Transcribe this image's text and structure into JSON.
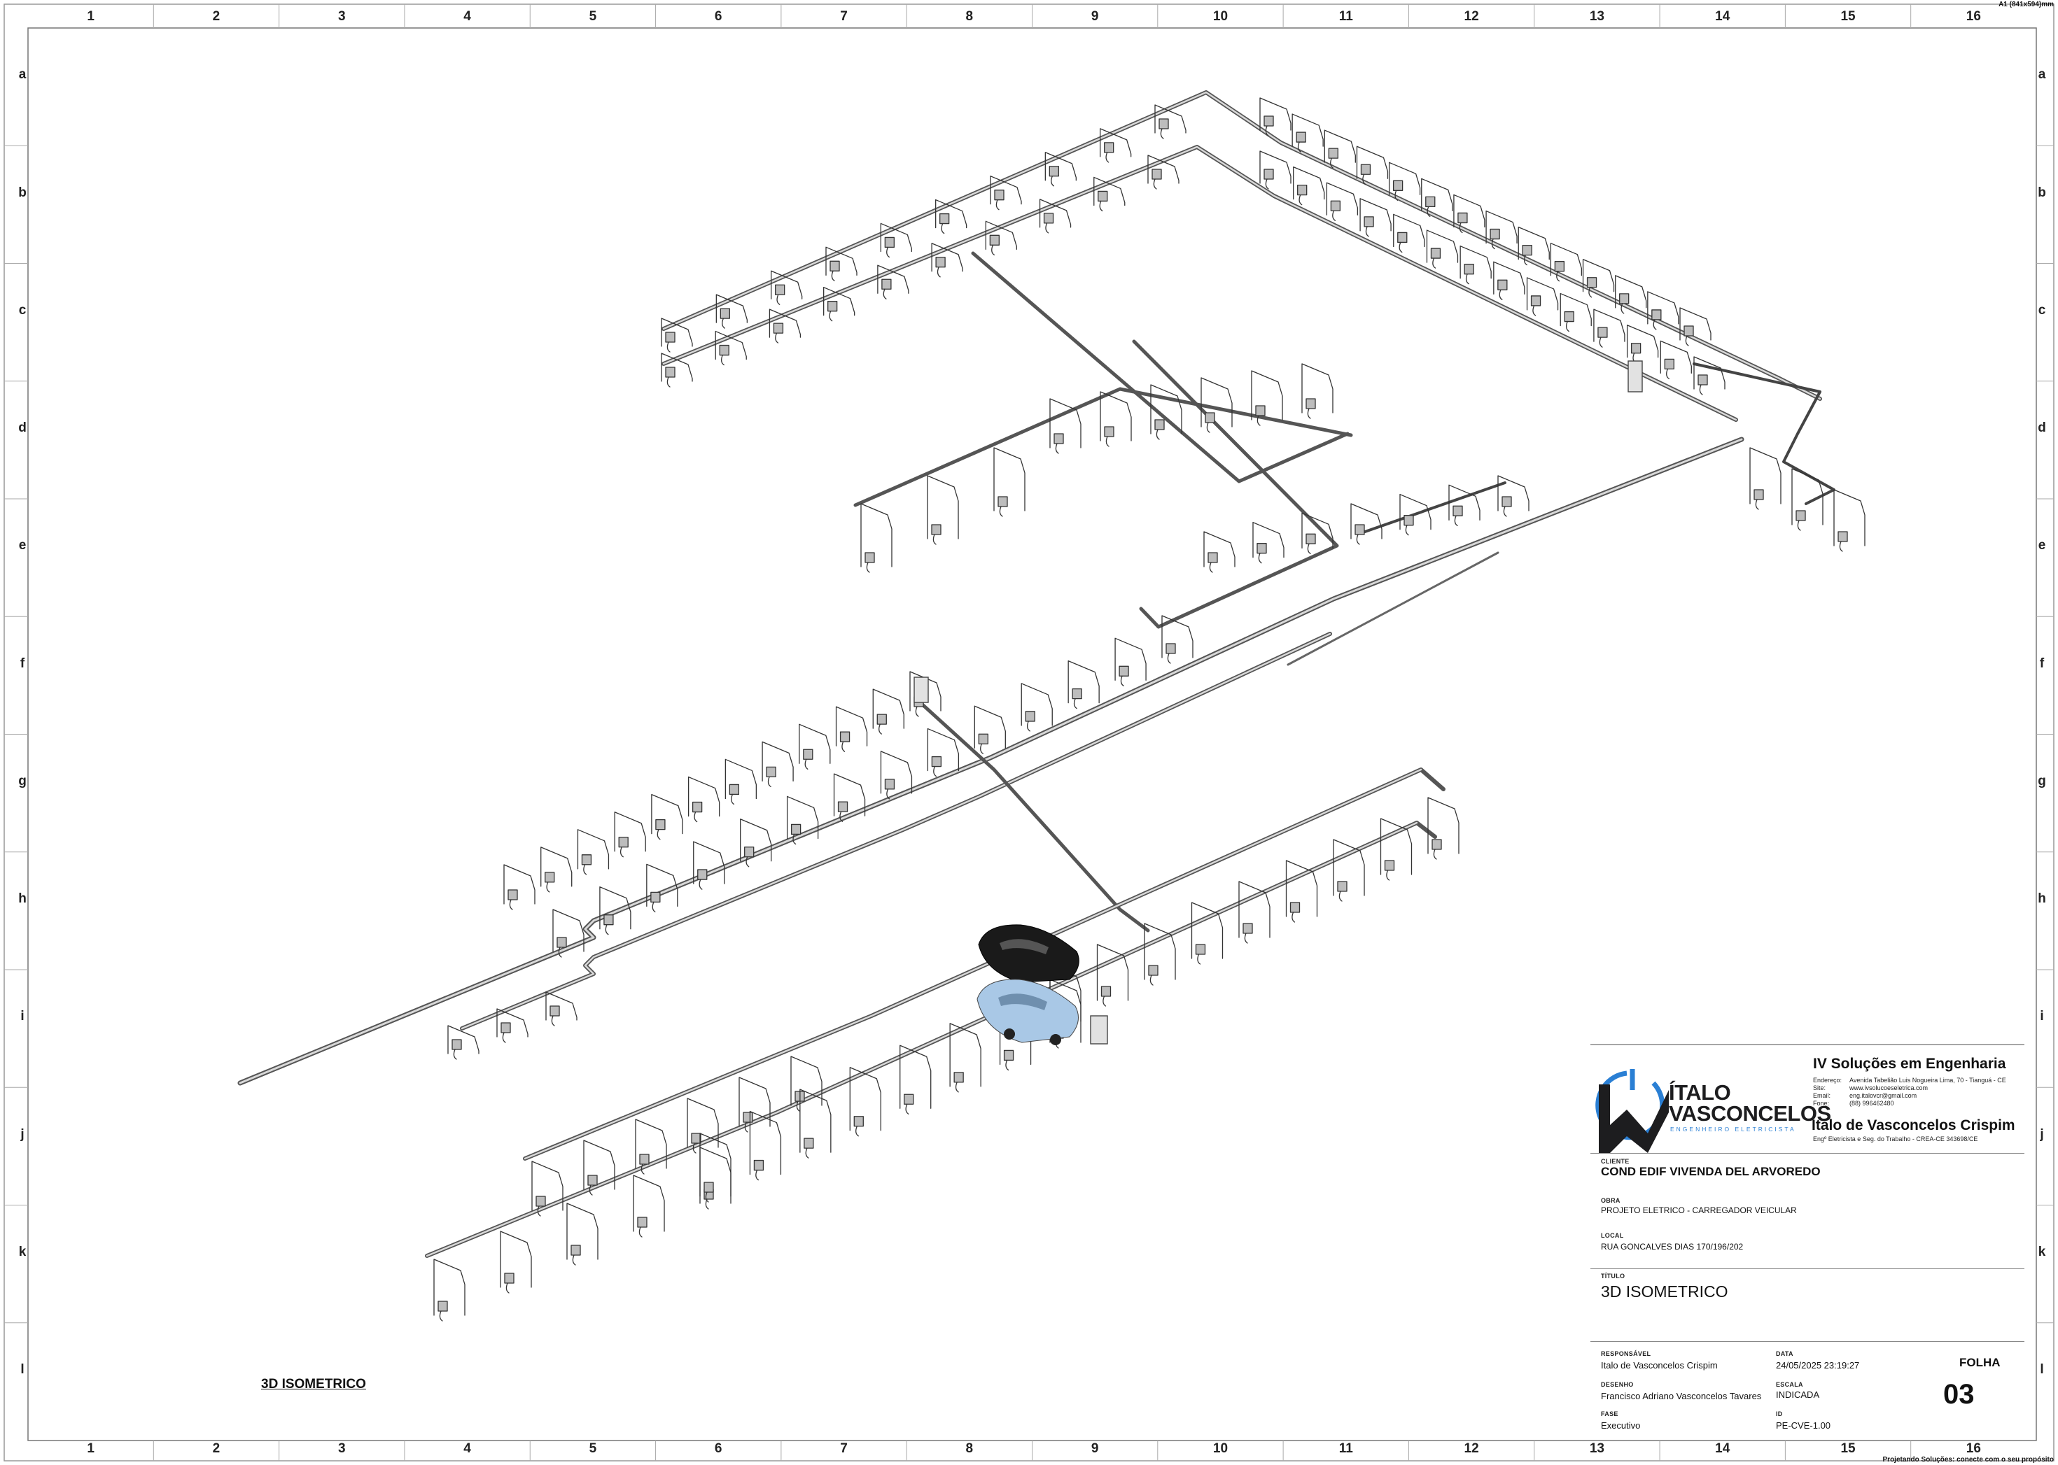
{
  "sheet": {
    "paper_size": "A1 (841x594)mm",
    "footer_note": "Projetando Soluções: conecte com o seu propósito",
    "view_title": "3D ISOMETRICO",
    "grid_columns": [
      "1",
      "2",
      "3",
      "4",
      "5",
      "6",
      "7",
      "8",
      "9",
      "10",
      "11",
      "12",
      "13",
      "14",
      "15",
      "16"
    ],
    "grid_rows": [
      "a",
      "b",
      "c",
      "d",
      "e",
      "f",
      "g",
      "h",
      "i",
      "j",
      "k",
      "l"
    ]
  },
  "title_block": {
    "company": "IV Soluções em Engenharia",
    "company_info": [
      {
        "key": "Endereço:",
        "value": "Avenida Tabelião Luis Nogueira Lima, 70 - Tianguá - CE"
      },
      {
        "key": "Site:",
        "value": "www.ivsolucoeseletrica.com"
      },
      {
        "key": "Email:",
        "value": "eng.italovcr@gmail.com"
      },
      {
        "key": "Fone:",
        "value": "(88) 996462480"
      }
    ],
    "engineer": "Italo de Vasconcelos Crispim",
    "engineer_title": "Engº Eletricista e Seg. do Trabalho - CREA-CE 343698/CE",
    "logo_line1": "ÍTALO",
    "logo_line2": "VASCONCELOS",
    "logo_subtitle": "ENGENHEIRO ELETRICISTA",
    "client_caption": "CLIENTE",
    "client": "COND EDIF VIVENDA DEL ARVOREDO",
    "obra_caption": "OBRA",
    "obra": "PROJETO ELETRICO - CARREGADOR VEICULAR",
    "local_caption": "LOCAL",
    "local": "RUA GONCALVES DIAS 170/196/202",
    "titulo_caption": "TÍTULO",
    "titulo": "3D ISOMETRICO",
    "responsavel_caption": "RESPONSÁVEL",
    "responsavel": "Italo de Vasconcelos Crispim",
    "data_caption": "DATA",
    "data": "24/05/2025 23:19:27",
    "desenho_caption": "DESENHO",
    "desenho": "Francisco Adriano Vasconcelos Tavares",
    "escala_caption": "ESCALA",
    "escala": "INDICADA",
    "fase_caption": "FASE",
    "fase": "Executivo",
    "id_caption": "ID",
    "id": "PE-CVE-1.00",
    "folha_caption": "FOLHA",
    "folha": "03"
  },
  "colors": {
    "conduit": "#3a3a3a",
    "conduit_fill": "#cfcfcf",
    "logo_blue": "#2a7fd4",
    "logo_dark": "#1d1d1f",
    "car_dark": "#1a1a1a",
    "car_light": "#a9c8e6"
  },
  "drawing": {
    "icons": [
      "ev-charger-icon",
      "junction-box-icon",
      "car-icon"
    ]
  }
}
